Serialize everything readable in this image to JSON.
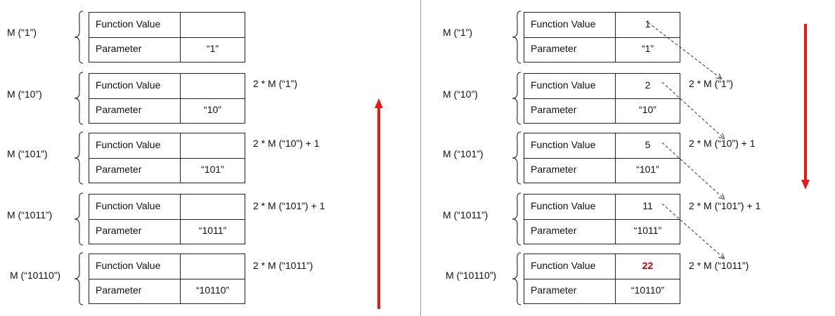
{
  "left_stack": [
    {
      "call": "M (“1”)",
      "fv_label": "Function Value",
      "fv_value": "",
      "param_label": "Parameter",
      "param_value": "“1”",
      "recurrence": ""
    },
    {
      "call": "M (“10”)",
      "fv_label": "Function Value",
      "fv_value": "",
      "param_label": "Parameter",
      "param_value": "“10”",
      "recurrence": "2 * M (“1”)"
    },
    {
      "call": "M (“101”)",
      "fv_label": "Function Value",
      "fv_value": "",
      "param_label": "Parameter",
      "param_value": "“101”",
      "recurrence": "2 * M (“10”) + 1"
    },
    {
      "call": "M (“1011”)",
      "fv_label": "Function Value",
      "fv_value": "",
      "param_label": "Parameter",
      "param_value": "“1011”",
      "recurrence": "2 * M (“101”) + 1"
    },
    {
      "call": "M (“10110”)",
      "fv_label": "Function Value",
      "fv_value": "",
      "param_label": "Parameter",
      "param_value": "“10110”",
      "recurrence": "2 * M (“1011”)"
    }
  ],
  "right_stack": [
    {
      "call": "M (“1”)",
      "fv_label": "Function Value",
      "fv_value": "1",
      "param_label": "Parameter",
      "param_value": "“1”",
      "recurrence": ""
    },
    {
      "call": "M (“10”)",
      "fv_label": "Function Value",
      "fv_value": "2",
      "param_label": "Parameter",
      "param_value": "“10”",
      "recurrence": "2 * M (“1”)"
    },
    {
      "call": "M (“101”)",
      "fv_label": "Function Value",
      "fv_value": "5",
      "param_label": "Parameter",
      "param_value": "“101”",
      "recurrence": "2 * M (“10”) + 1"
    },
    {
      "call": "M (“1011”)",
      "fv_label": "Function Value",
      "fv_value": "11",
      "param_label": "Parameter",
      "param_value": "“1011”",
      "recurrence": "2 * M (“101”) + 1"
    },
    {
      "call": "M (“10110”)",
      "fv_label": "Function Value",
      "fv_value": "22",
      "param_label": "Parameter",
      "param_value": "“10110”",
      "recurrence": "2 * M (“1011”)"
    }
  ],
  "left_arrow_direction": "up",
  "right_arrow_direction": "down",
  "colors": {
    "arrow": "#e8191b",
    "final_value": "#c00000",
    "border": "#222222",
    "divider": "#9a9a9a"
  },
  "icons": [
    "curly-brace",
    "red-arrow",
    "dashed-arrow"
  ]
}
